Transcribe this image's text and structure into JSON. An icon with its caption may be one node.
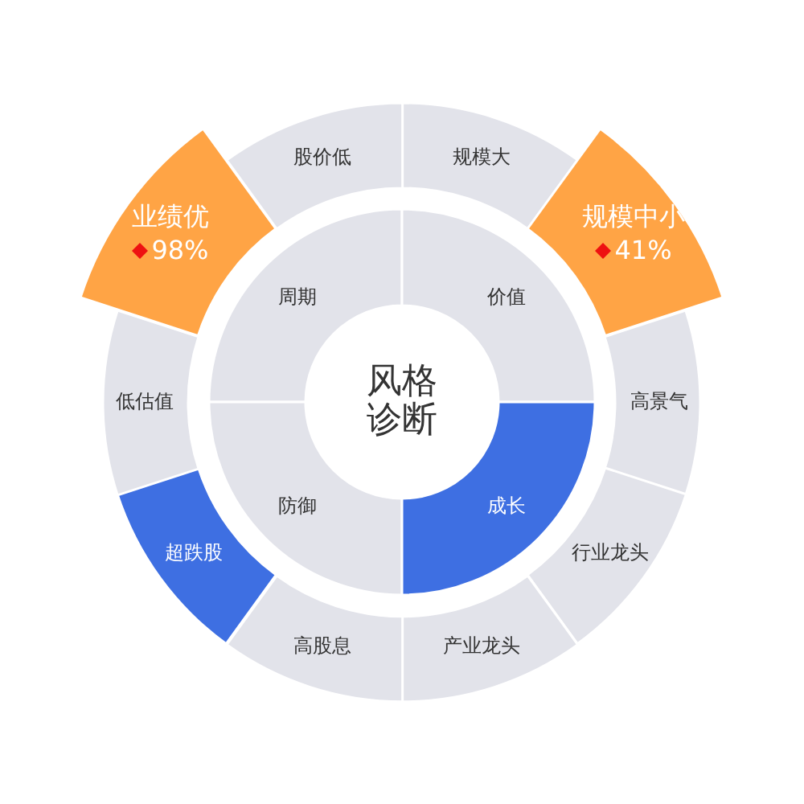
{
  "diagram": {
    "nodes": [
      {
        "text": [
          "风格诊断"
        ]
      },
      {
        "text": [
          "周期"
        ]
      },
      {
        "text": [
          "价值"
        ]
      },
      {
        "text": [
          "防御"
        ]
      },
      {
        "text": [
          "成长"
        ]
      },
      {
        "text": [
          "规模大"
        ]
      },
      {
        "text": [
          "规模中小",
          "41%"
        ]
      },
      {
        "text": [
          "高景气"
        ]
      },
      {
        "text": [
          "行业龙头"
        ]
      },
      {
        "text": [
          "产业龙头"
        ]
      },
      {
        "text": [
          "高股息"
        ]
      },
      {
        "text": [
          "超跌股"
        ]
      },
      {
        "text": [
          "低估值"
        ]
      },
      {
        "text": [
          "业绩优",
          "98%"
        ]
      },
      {
        "text": [
          "股价低"
        ]
      }
    ]
  }
}
